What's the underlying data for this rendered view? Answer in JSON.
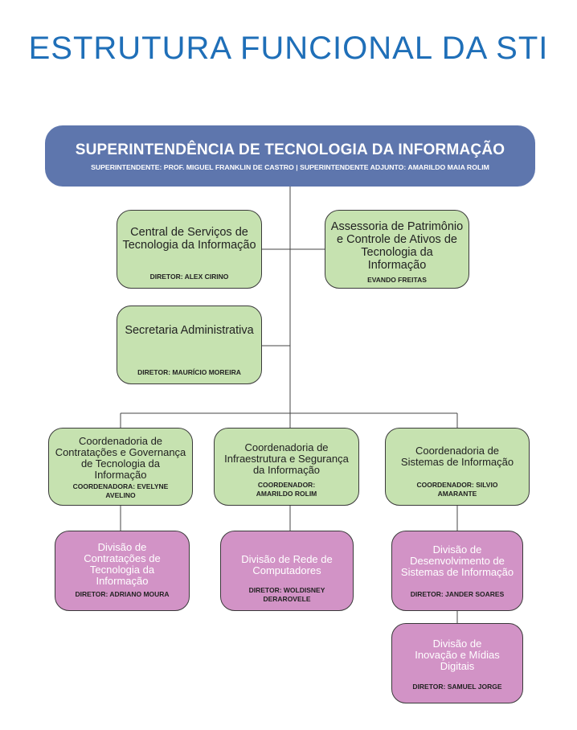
{
  "title": "ESTRUTURA FUNCIONAL DA STI",
  "top": {
    "name": "SUPERINTENDÊNCIA DE TECNOLOGIA DA INFORMAÇÃO",
    "subtitle": "SUPERINTENDENTE: PROF. MIGUEL FRANKLIN DE CASTRO | SUPERINTENDENTE ADJUNTO: AMARILDO MAIA ROLIM"
  },
  "central": {
    "name": "Central de Serviços de Tecnologia da Informação",
    "director": "DIRETOR: ALEX CIRINO"
  },
  "assessoria": {
    "name": "Assessoria de Patrimônio e Controle de Ativos de Tecnologia da Informação",
    "director": "EVANDO FREITAS"
  },
  "secretaria": {
    "name": "Secretaria Administrativa",
    "director": "DIRETOR: MAURÍCIO MOREIRA"
  },
  "coord_contratacoes": {
    "name": "Coordenadoria de Contratações e Governança de Tecnologia da Informação",
    "director": "COORDENADORA: EVELYNE AVELINO"
  },
  "coord_infra": {
    "name": "Coordenadoria de Infraestrutura e Segurança da Informação",
    "director": "COORDENADOR: AMARILDO ROLIM"
  },
  "coord_sistemas": {
    "name": "Coordenadoria de Sistemas de Informação",
    "director": "COORDENADOR: SILVIO AMARANTE"
  },
  "div_contratacoes": {
    "name": "Divisão de Contratações de Tecnologia da Informação",
    "director": "DIRETOR: ADRIANO MOURA"
  },
  "div_rede": {
    "name": "Divisão de Rede de Computadores",
    "director": "DIRETOR: WOLDISNEY DERAROVELE"
  },
  "div_desenvolvimento": {
    "name": "Divisão de Desenvolvimento de Sistemas de Informação",
    "director": "DIRETOR: JANDER SOARES"
  },
  "div_inovacao": {
    "name": "Divisão de Inovação e Mídias Digitais",
    "director": "DIRETOR: SAMUEL JORGE"
  },
  "colors": {
    "title": "#1f6fb8",
    "top": "#5e76ad",
    "green": "#c6e2b0",
    "pink": "#d293c6"
  }
}
